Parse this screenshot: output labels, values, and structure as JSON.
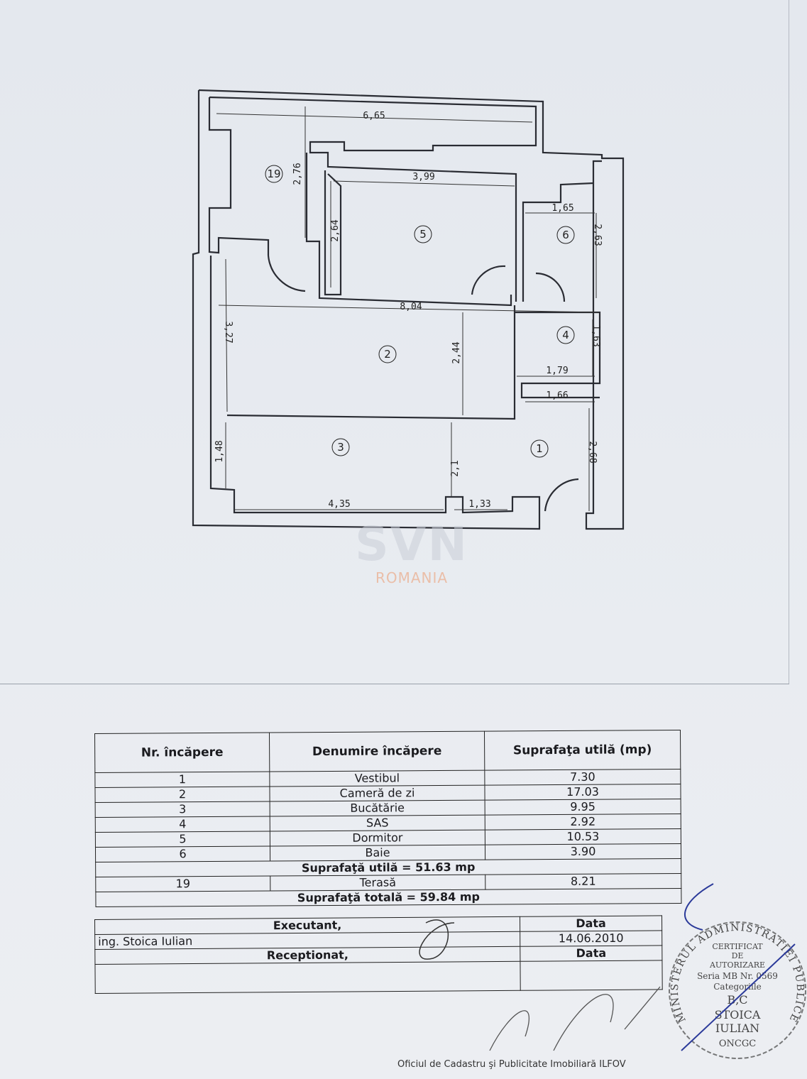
{
  "floor_plan": {
    "rooms": [
      {
        "nr": "19"
      },
      {
        "nr": "5"
      },
      {
        "nr": "6"
      },
      {
        "nr": "2"
      },
      {
        "nr": "4"
      },
      {
        "nr": "3"
      },
      {
        "nr": "1"
      }
    ],
    "dimensions": [
      "6,65",
      "2,76",
      "3,99",
      "2,64",
      "1,65",
      "2,63",
      "8,04",
      "3,27",
      "2,44",
      "1,63",
      "1,79",
      "1,66",
      "1,48",
      "2,1",
      "2,68",
      "4,35",
      "1,33"
    ]
  },
  "watermark": {
    "logo": "SVN",
    "sub": "ROMANIA"
  },
  "table": {
    "headers": [
      "Nr. încăpere",
      "Denumire încăpere",
      "Suprafaţa utilă (mp)"
    ],
    "rows": [
      {
        "nr": "1",
        "name": "Vestibul",
        "area": "7.30"
      },
      {
        "nr": "2",
        "name": "Cameră de zi",
        "area": "17.03"
      },
      {
        "nr": "3",
        "name": "Bucătărie",
        "area": "9.95"
      },
      {
        "nr": "4",
        "name": "SAS",
        "area": "2.92"
      },
      {
        "nr": "5",
        "name": "Dormitor",
        "area": "10.53"
      },
      {
        "nr": "6",
        "name": "Baie",
        "area": "3.90"
      }
    ],
    "useful_total": "Suprafaţă utilă = 51.63 mp",
    "terrace": {
      "nr": "19",
      "name": "Terasă",
      "area": "8.21"
    },
    "grand_total": "Suprafaţă totală = 59.84 mp"
  },
  "signatures": {
    "executant_label": "Executant,",
    "executant_name": "ing. Stoica Iulian",
    "date_label": "Data",
    "date_value": "14.06.2010",
    "receptionat_label": "Receptionat,",
    "date_label_2": "Data"
  },
  "stamp": {
    "ring": "MINISTERUL ADMINISTRATIEI PUBLICE",
    "lines": [
      "CERTIFICAT",
      "DE",
      "AUTORIZARE",
      "Seria MB Nr. 0569",
      "Categoriile",
      "B,C",
      "STOICA",
      "IULIAN",
      "ONCGC"
    ]
  },
  "office_text": "Oficiul de Cadastru şi Publicitate Imobiliară ILFOV"
}
